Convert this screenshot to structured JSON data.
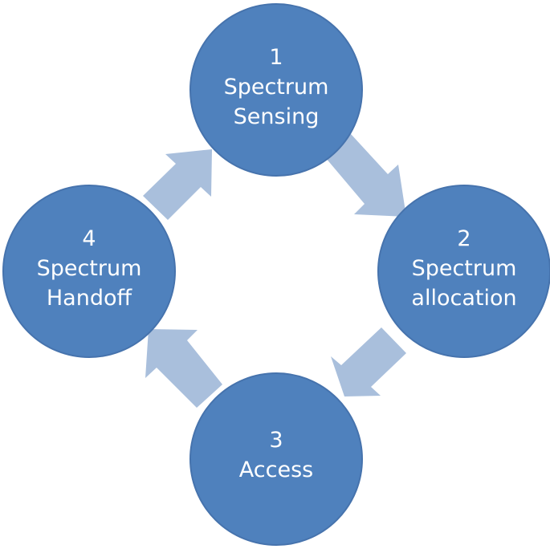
{
  "colors": {
    "node_fill": "#4f81bd",
    "arrow_fill": "#a9bfdc",
    "text": "#ffffff",
    "background": "#ffffff"
  },
  "nodes": [
    {
      "number": "1",
      "line1": "Spectrum",
      "line2": "Sensing"
    },
    {
      "number": "2",
      "line1": "Spectrum",
      "line2": "allocation"
    },
    {
      "number": "3",
      "line1": "Access",
      "line2": ""
    },
    {
      "number": "4",
      "line1": "Spectrum",
      "line2": "Handoff"
    }
  ],
  "arrows": [
    {
      "from": "1",
      "to": "2"
    },
    {
      "from": "2",
      "to": "3"
    },
    {
      "from": "3",
      "to": "4"
    },
    {
      "from": "4",
      "to": "1"
    }
  ]
}
